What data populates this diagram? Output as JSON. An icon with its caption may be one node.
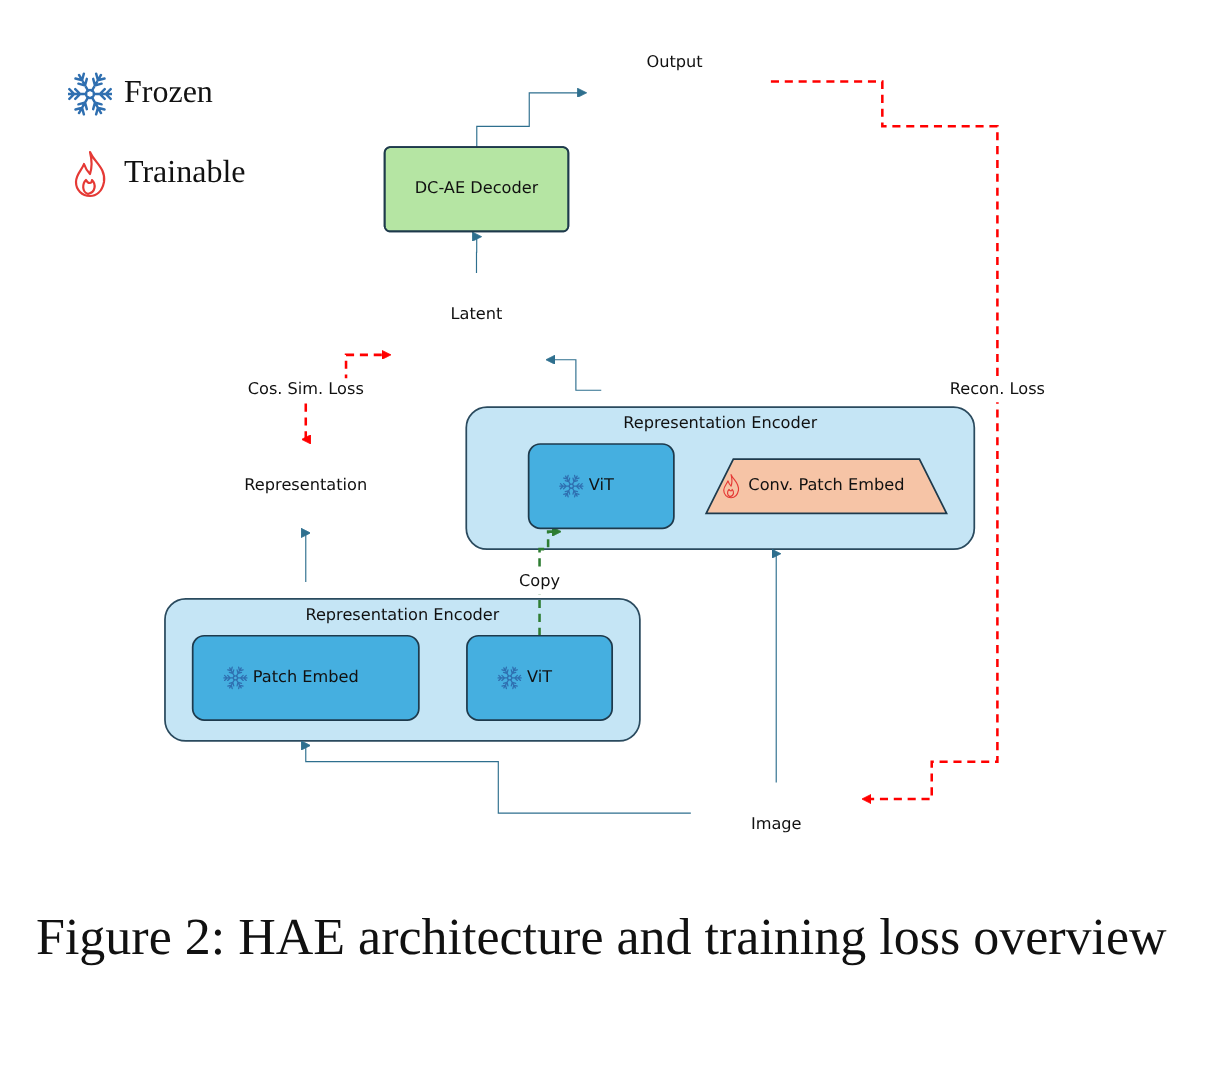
{
  "diagram": {
    "caption": "Figure 2: HAE architecture and training loss overview",
    "nodes": [
      {
        "text": [
          "Output"
        ]
      },
      {
        "text": [
          "DC-AE Decoder"
        ]
      },
      {
        "text": [
          "Representation"
        ]
      },
      {
        "text": [
          "Latent"
        ]
      },
      {
        "text": [
          "Representation Encoder"
        ]
      },
      {
        "text": [
          "ViT"
        ],
        "in": 4
      },
      {
        "text": [
          "Patch Embed"
        ],
        "in": 4
      },
      {
        "text": [
          "Representation Encoder"
        ]
      },
      {
        "text": [
          "ViT"
        ],
        "in": 7
      },
      {
        "text": [
          "Conv. Patch Embed"
        ],
        "in": 7
      },
      {
        "text": [
          "Image"
        ]
      }
    ],
    "edges": [
      {
        "from": 1,
        "to": 0,
        "arrow": "to"
      },
      {
        "from": 3,
        "to": 1,
        "arrow": "to"
      },
      {
        "from": 2,
        "to": 3,
        "arrow": "both",
        "label": "Cos. Sim. Loss",
        "style": "dashed",
        "color": "#ff0000"
      },
      {
        "from": 4,
        "to": 2,
        "arrow": "to"
      },
      {
        "from": 7,
        "to": 3,
        "arrow": "to"
      },
      {
        "from": 5,
        "to": 8,
        "arrow": "to",
        "label": "Copy",
        "style": "dashed",
        "color": "#2e7d32"
      },
      {
        "from": 10,
        "to": 4,
        "arrow": "to"
      },
      {
        "from": 10,
        "to": 7,
        "arrow": "to"
      },
      {
        "from": 0,
        "to": 10,
        "arrow": "to",
        "label": "Recon. Loss",
        "style": "dashed",
        "color": "#ff0000"
      }
    ],
    "legend": [
      {
        "text": "Frozen"
      },
      {
        "text": "Trainable"
      }
    ]
  }
}
